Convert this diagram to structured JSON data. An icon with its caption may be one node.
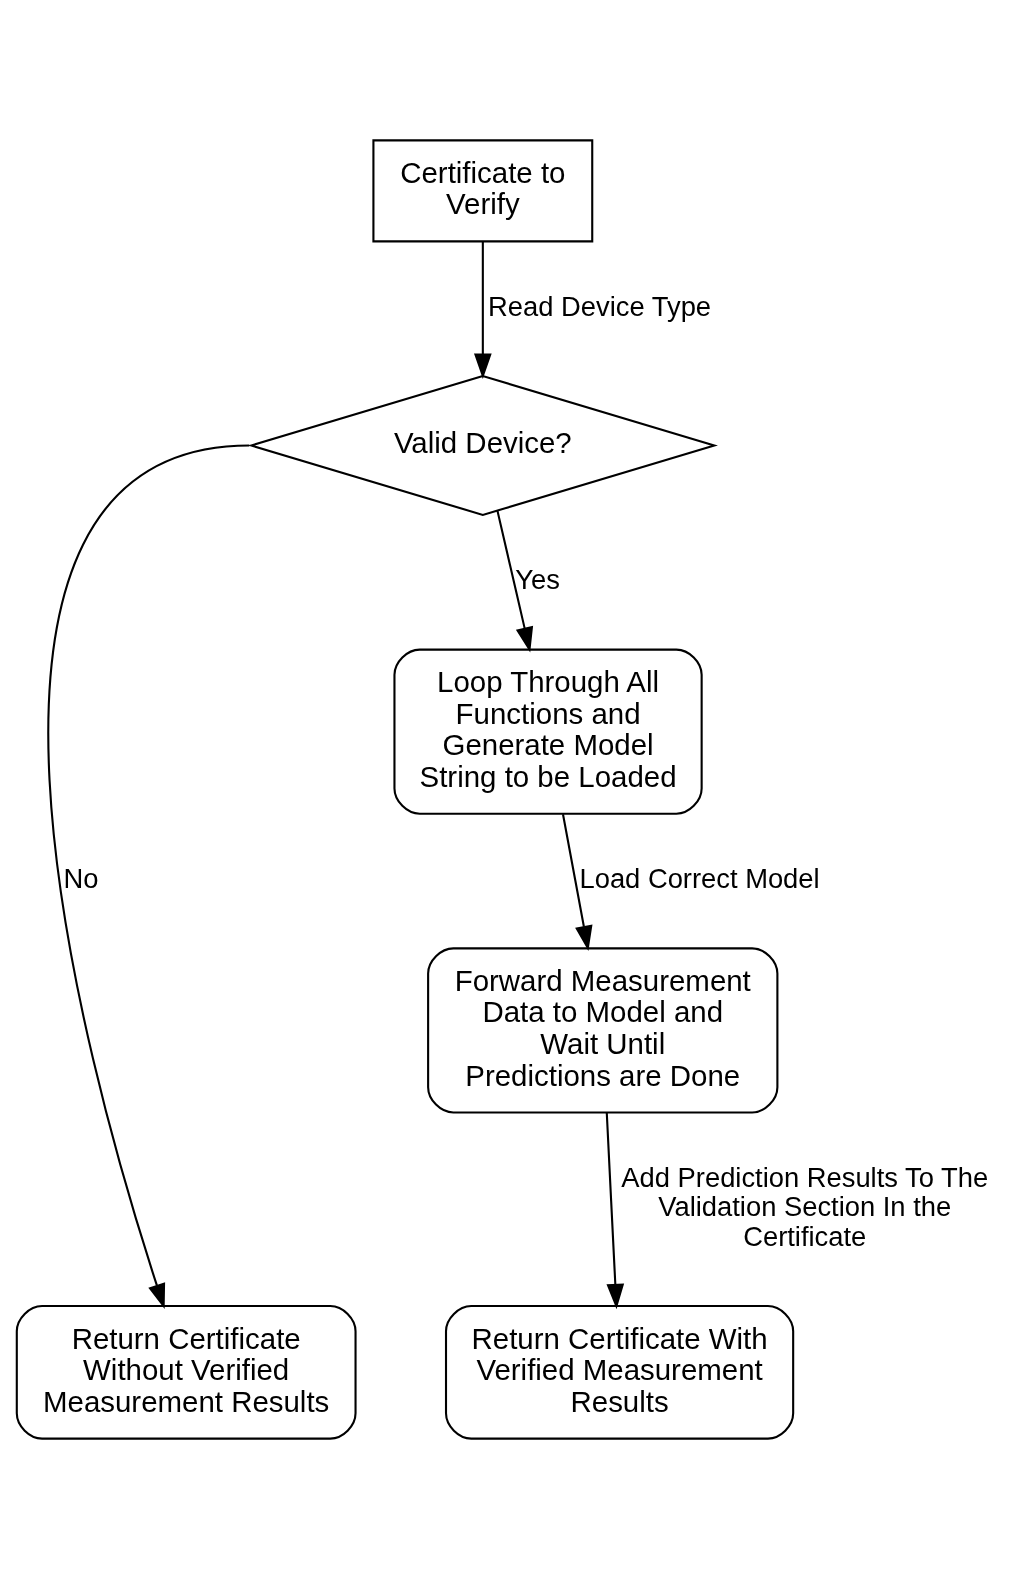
{
  "diagram": {
    "nodes": [
      {
        "text": [
          "Certificate to Verify"
        ]
      },
      {
        "text": [
          "Valid Device?"
        ]
      },
      {
        "text": [
          "Loop Through All Functions and Generate Model String to be Loaded"
        ]
      },
      {
        "text": [
          "Forward Measurement Data to Model and Wait Until Predictions are Done"
        ]
      },
      {
        "text": [
          "Return Certificate Without Verified Measurement Results"
        ]
      },
      {
        "text": [
          "Return Certificate With Verified Measurement Results"
        ]
      }
    ],
    "edges": [
      {
        "from": 0,
        "to": 1,
        "arrow": "to",
        "label": "Read Device Type"
      },
      {
        "from": 1,
        "to": 4,
        "arrow": "to",
        "label": "No"
      },
      {
        "from": 1,
        "to": 2,
        "arrow": "to",
        "label": "Yes"
      },
      {
        "from": 2,
        "to": 3,
        "arrow": "to",
        "label": "Load Correct Model"
      },
      {
        "from": 3,
        "to": 5,
        "arrow": "to",
        "label": "Add Prediction Results To The Validation Section In the Certificate"
      }
    ]
  }
}
